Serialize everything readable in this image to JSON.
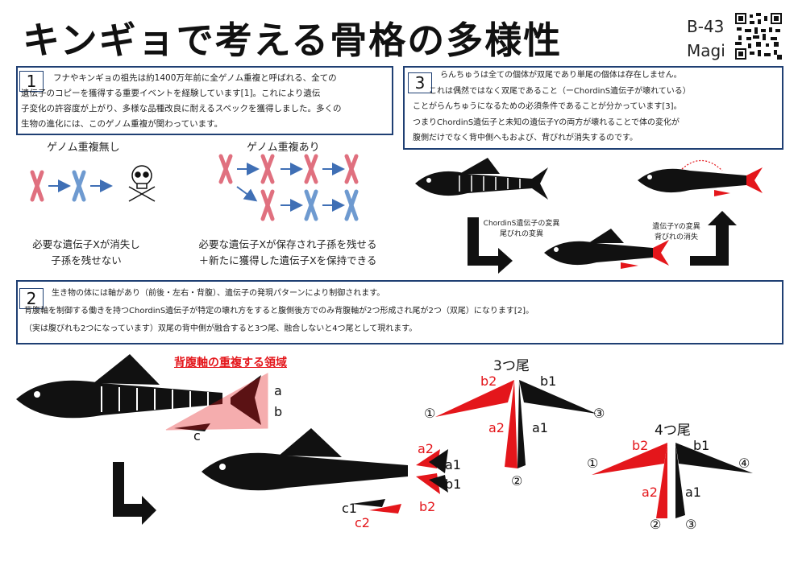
{
  "header": {
    "title": "キンギョで考える骨格の多様性",
    "poster_code": "B-43",
    "author": "Magi"
  },
  "section1": {
    "number": "1",
    "text": "フナやキンギョの祖先は約1400万年前に全ゲノム重複と呼ばれる、全ての\n遺伝子のコピーを獲得する重要イベントを経験しています[1]。これにより遺伝\n子変化の許容度が上がり、多様な品種改良に耐えるスペックを獲得しました。多くの\n生物の進化には、このゲノム重複が関わっています。",
    "no_dup_title": "ゲノム重複無し",
    "dup_title": "ゲノム重複あり",
    "no_dup_caption": "必要な遺伝子Xが消失し\n子孫を残せない",
    "dup_caption": "必要な遺伝子Xが保存され子孫を残せる\n＋新たに獲得した遺伝子Xを保持できる"
  },
  "section2": {
    "number": "2",
    "text": "生き物の体には軸があり（前後・左右・背腹）、遺伝子の発現パターンにより制御されます。\n背腹軸を制御する働きを持つChordinS遺伝子が特定の壊れ方をすると腹側後方でのみ背腹軸が2つ形成され尾が2つ（双尾）になります[2]。\n（実は腹びれも2つになっています）双尾の背中側が融合すると3つ尾、融合しないと4つ尾として現れます。",
    "overlap_label": "背腹軸の重複する領域",
    "label_a": "a",
    "label_b": "b",
    "label_c": "c",
    "label_a1": "a1",
    "label_a2": "a2",
    "label_b1": "b1",
    "label_b2": "b2",
    "label_c1": "c1",
    "label_c2": "c2",
    "three_tail_title": "3つ尾",
    "four_tail_title": "4つ尾",
    "n1": "①",
    "n2": "②",
    "n3": "③",
    "n4": "④"
  },
  "section3": {
    "number": "3",
    "text": "らんちゅうは全ての個体が双尾であり単尾の個体は存在しません。\n　　これは偶然ではなく双尾であること（ーChordinS遺伝子が壊れている）\nことがらんちゅうになるための必須条件であることが分かっています[3]。\nつまりChordinS遺伝子と未知の遺伝子Yの両方が壊れることで体の変化が\n腹側だけでなく背中側へもおよび、背びれが消失するのです。",
    "mut1_caption": "ChordinS遺伝子の変異\n尾びれの変異",
    "mut2_caption": "遺伝子Yの変異\n背びれの消失"
  },
  "colors": {
    "accent_red": "#e4161b",
    "box_border": "#1f3f73",
    "chrom_red": "#e0707f",
    "chrom_blue": "#6e9ad0",
    "arrow_blue": "#3f6fb5"
  }
}
